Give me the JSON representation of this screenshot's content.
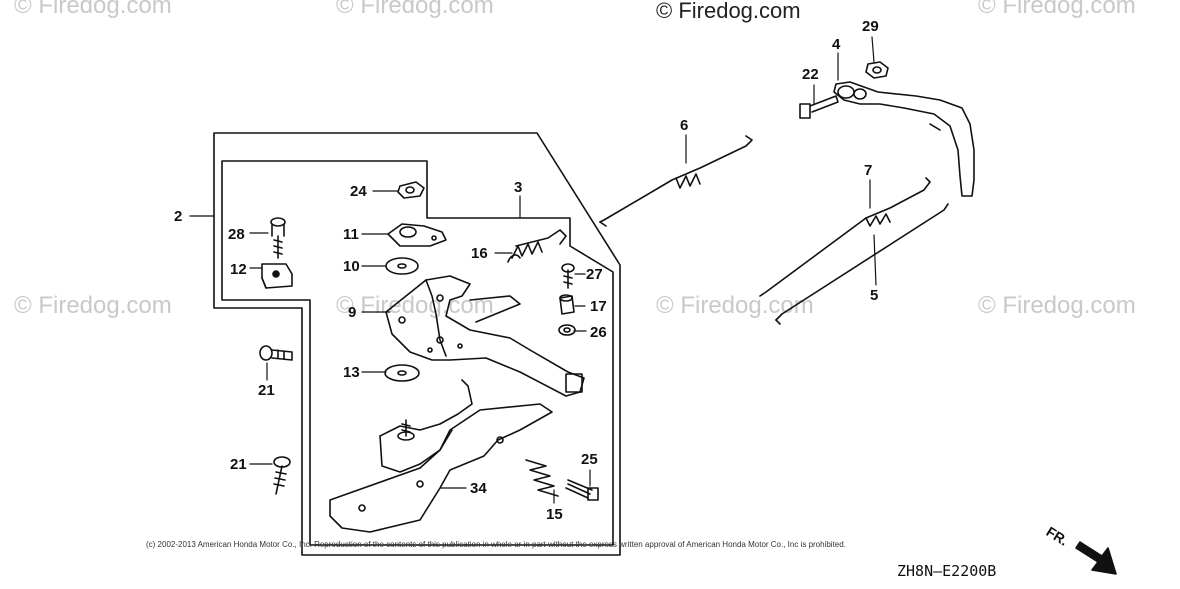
{
  "watermarks": [
    "© Firedog.com",
    "© Firedog.com",
    "© Firedog.com",
    "© Firedog.com",
    "© Firedog.com",
    "© Firedog.com",
    "© Firedog.com",
    "© Firedog.com"
  ],
  "top_copyright": "© Firedog.com",
  "parts": {
    "p2": "2",
    "p3": "3",
    "p4": "4",
    "p5": "5",
    "p6": "6",
    "p7": "7",
    "p9": "9",
    "p10": "10",
    "p11": "11",
    "p12": "12",
    "p13": "13",
    "p15": "15",
    "p16": "16",
    "p17": "17",
    "p21a": "21",
    "p21b": "21",
    "p22": "22",
    "p24": "24",
    "p25": "25",
    "p26": "26",
    "p27": "27",
    "p28": "28",
    "p29": "29",
    "p34": "34"
  },
  "copyright_notice": "(c) 2002-2013 American Honda Motor Co., Inc. Reproduction of the contents of this publication in whole or in part without the express written approval of American Honda Motor Co., Inc is prohibited.",
  "diagram_code": "ZH8N—E2200B",
  "front_label": "FR."
}
